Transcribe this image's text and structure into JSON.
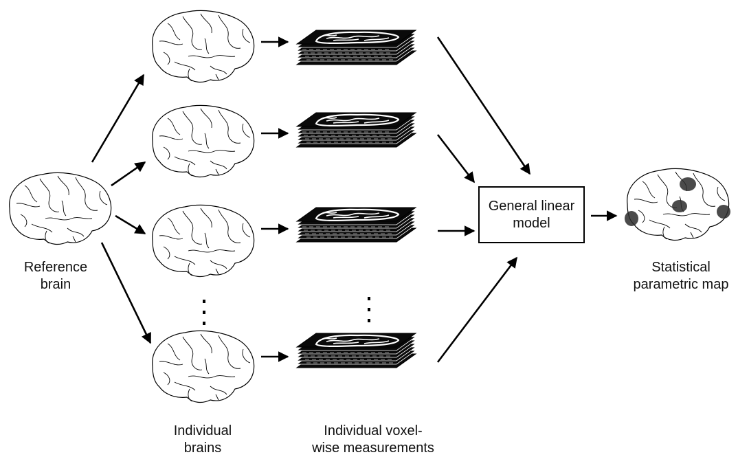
{
  "labels": {
    "reference_brain": [
      "Reference",
      "brain"
    ],
    "individual_brains": [
      "Individual",
      "brains"
    ],
    "voxel_measurements": [
      "Individual voxel-",
      "wise measurements"
    ],
    "glm": [
      "General linear",
      "model"
    ],
    "spm": [
      "Statistical",
      "parametric map"
    ]
  },
  "colors": {
    "line": "#000000",
    "brain_fill": "#ffffff",
    "slice_fill": "#0a0a0a",
    "blob": "#333333"
  }
}
